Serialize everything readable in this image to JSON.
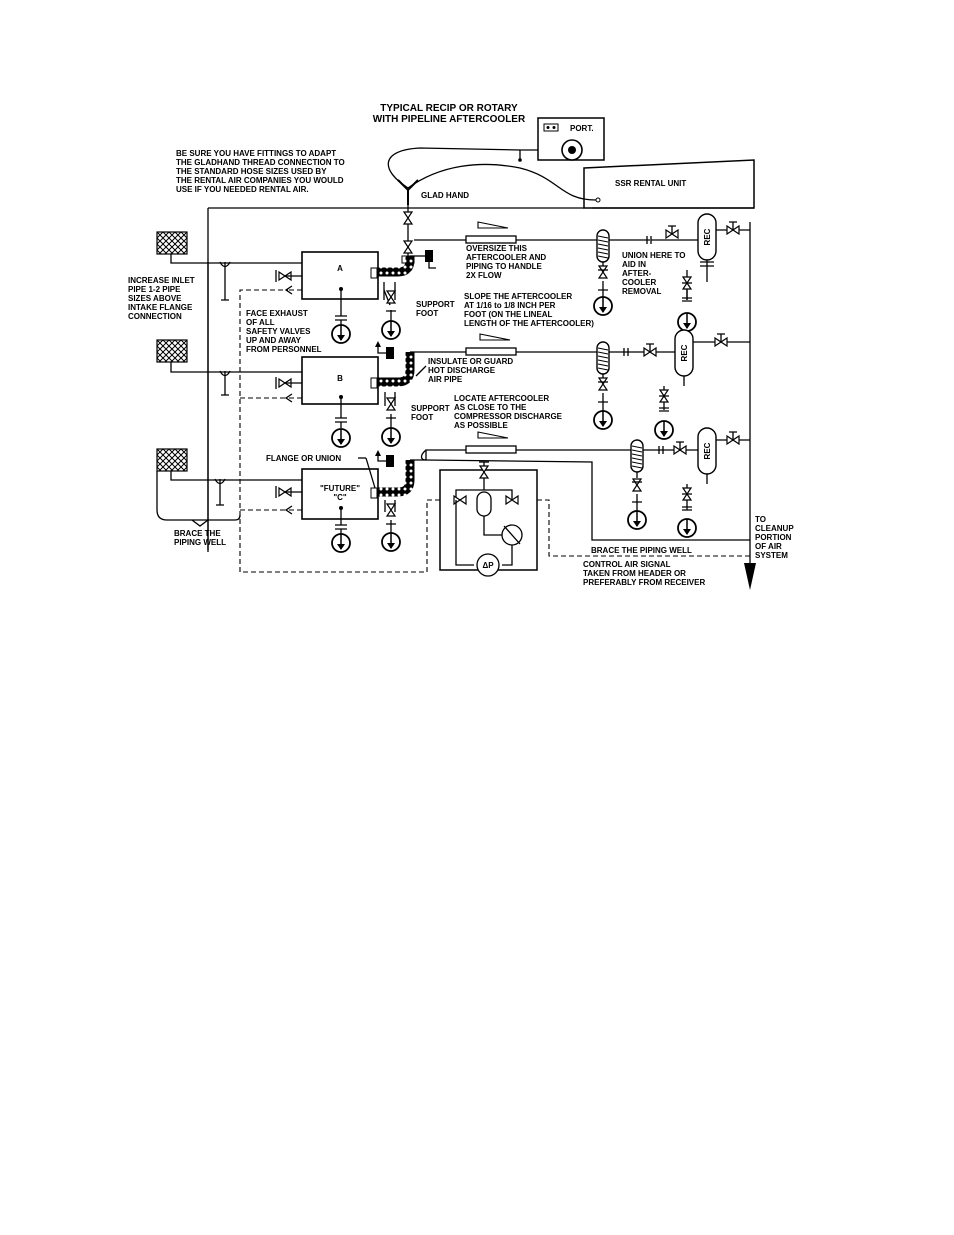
{
  "title": {
    "line1": "TYPICAL RECIP OR ROTARY",
    "line2": "WITH PIPELINE AFTERCOOLER"
  },
  "rental": {
    "port_label": "PORT.",
    "ssr_label": "SSR RENTAL UNIT",
    "glad_hand_label": "GLAD HAND",
    "fittings_note": [
      "BE SURE YOU HAVE FITTINGS TO ADAPT",
      "THE GLADHAND THREAD CONNECTION TO",
      "THE STANDARD HOSE SIZES USED BY",
      "THE RENTAL AIR COMPANIES YOU WOULD",
      "USE IF YOU NEEDED RENTAL AIR."
    ]
  },
  "compressors": {
    "a_label": "A",
    "b_label": "B",
    "c_label_1": "\"FUTURE\"",
    "c_label_2": "\"C\""
  },
  "receiver_label": "REC",
  "delta_p_label": "ΔP",
  "notes": {
    "inlet": [
      "INCREASE INLET",
      "PIPE 1-2 PIPE",
      "SIZES ABOVE",
      "INTAKE FLANGE",
      "CONNECTION"
    ],
    "face_exhaust": [
      "FACE EXHAUST",
      "OF ALL",
      "SAFETY VALVES",
      "UP AND AWAY",
      "FROM PERSONNEL"
    ],
    "oversize": [
      "OVERSIZE THIS",
      "AFTERCOOLER AND",
      "PIPING TO HANDLE",
      "2X FLOW"
    ],
    "union": [
      "UNION HERE TO",
      "AID IN",
      "AFTER-",
      "COOLER",
      "REMOVAL"
    ],
    "slope": [
      "SLOPE THE AFTERCOOLER",
      "AT 1/16 to 1/8 INCH PER",
      "FOOT (ON THE LINEAL",
      "LENGTH OF THE AFTERCOOLER)"
    ],
    "insulate": [
      "INSULATE OR GUARD",
      "HOT DISCHARGE",
      "AIR PIPE"
    ],
    "locate": [
      "LOCATE AFTERCOOLER",
      "AS CLOSE TO THE",
      "COMPRESSOR DISCHARGE",
      "AS POSSIBLE"
    ],
    "support_foot_1": [
      "SUPPORT",
      "FOOT"
    ],
    "support_foot_2": [
      "SUPPORT",
      "FOOT"
    ],
    "flange_union": "FLANGE OR UNION",
    "brace_left": [
      "BRACE THE",
      "PIPING WELL"
    ],
    "brace_bottom": "BRACE THE PIPING WELL",
    "control_signal": [
      "CONTROL AIR SIGNAL",
      "TAKEN FROM HEADER OR",
      "PREFERABLY FROM RECEIVER"
    ],
    "cleanup": [
      "TO",
      "CLEANUP",
      "PORTION",
      "OF AIR",
      "SYSTEM"
    ]
  }
}
